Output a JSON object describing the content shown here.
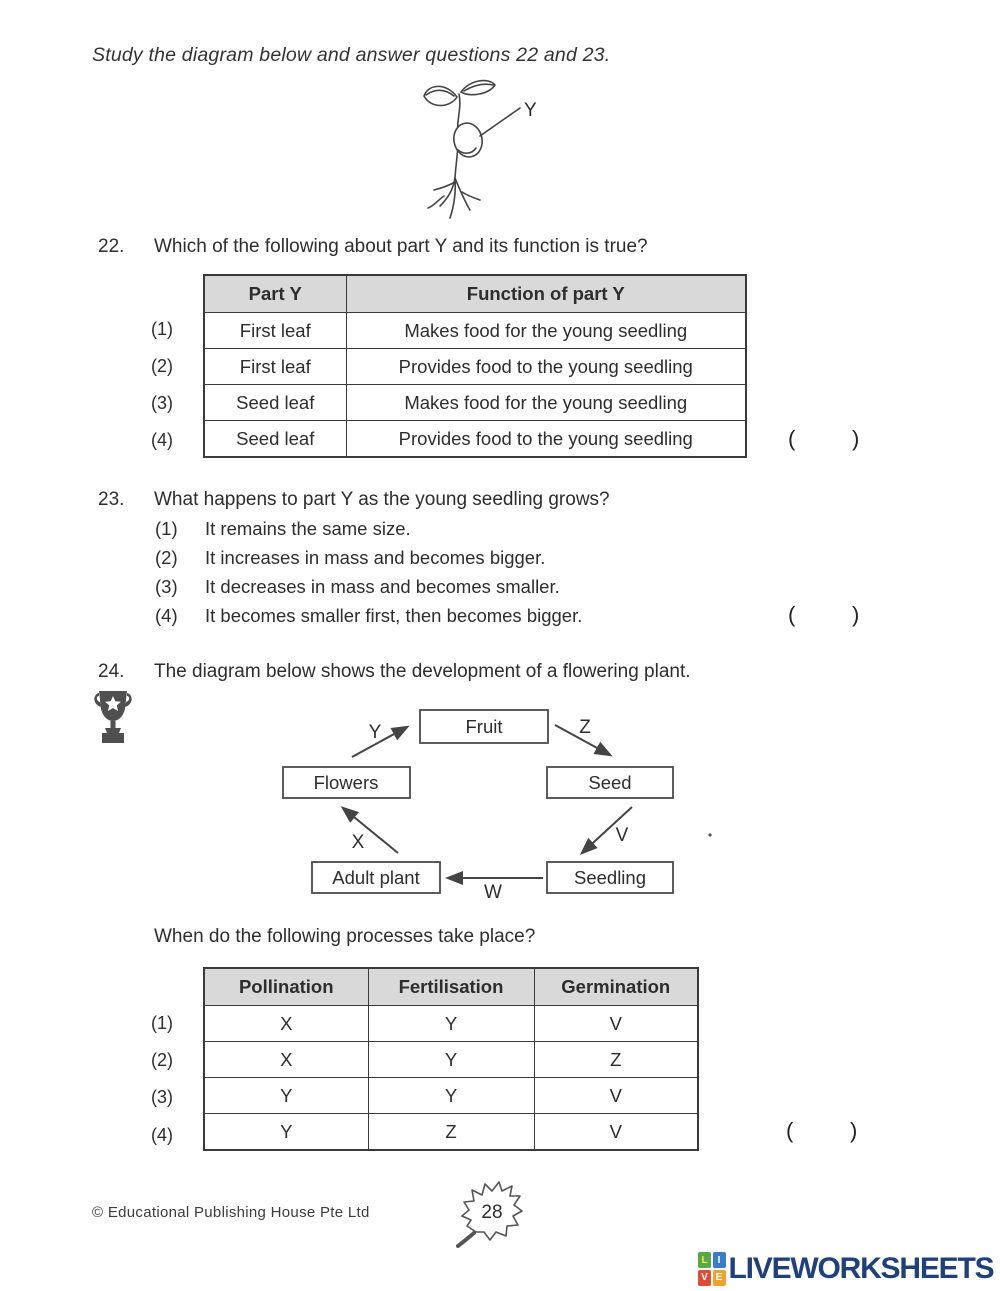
{
  "page": {
    "instruction": "Study the diagram below and answer questions 22 and 23."
  },
  "brackets": {
    "open": "(",
    "close": ")"
  },
  "figure_seedling": {
    "label": "Y"
  },
  "q22": {
    "number": "22.",
    "text": "Which of the following about part Y and its function is true?",
    "table": {
      "headers": [
        "Part Y",
        "Function of part Y"
      ],
      "rows": [
        {
          "num": "(1)",
          "part": "First leaf",
          "function": "Makes food for the young seedling"
        },
        {
          "num": "(2)",
          "part": "First leaf",
          "function": "Provides food to the young seedling"
        },
        {
          "num": "(3)",
          "part": "Seed leaf",
          "function": "Makes food for the young seedling"
        },
        {
          "num": "(4)",
          "part": "Seed leaf",
          "function": "Provides food to the young seedling"
        }
      ]
    }
  },
  "q23": {
    "number": "23.",
    "text": "What happens to part Y as the young seedling grows?",
    "options": [
      {
        "num": "(1)",
        "text": "It remains the same size."
      },
      {
        "num": "(2)",
        "text": "It increases in mass and becomes bigger."
      },
      {
        "num": "(3)",
        "text": "It decreases in mass and becomes smaller."
      },
      {
        "num": "(4)",
        "text": "It becomes smaller first, then becomes bigger."
      }
    ]
  },
  "q24": {
    "number": "24.",
    "intro": "The diagram below shows the development of a flowering plant.",
    "question": "When do the following processes take place?",
    "cycle": {
      "nodes": {
        "fruit": "Fruit",
        "seed": "Seed",
        "seedling": "Seedling",
        "adult": "Adult plant",
        "flowers": "Flowers"
      },
      "labels": {
        "y": "Y",
        "z": "Z",
        "v": "V",
        "w": "W",
        "x": "X"
      }
    },
    "table": {
      "headers": [
        "Pollination",
        "Fertilisation",
        "Germination"
      ],
      "rows": [
        {
          "num": "(1)",
          "cells": [
            "X",
            "Y",
            "V"
          ]
        },
        {
          "num": "(2)",
          "cells": [
            "X",
            "Y",
            "Z"
          ]
        },
        {
          "num": "(3)",
          "cells": [
            "Y",
            "Y",
            "V"
          ]
        },
        {
          "num": "(4)",
          "cells": [
            "Y",
            "Z",
            "V"
          ]
        }
      ]
    }
  },
  "footer": {
    "copyright": "© Educational Publishing House Pte Ltd",
    "page_number": "28"
  },
  "branding": {
    "logo_text": "LIVEWORKSHEETS",
    "logo_color": "#20407c",
    "tiles": [
      {
        "letter": "L",
        "color": "#58a845"
      },
      {
        "letter": "I",
        "color": "#3d7cc9"
      },
      {
        "letter": "V",
        "color": "#dd4b39"
      },
      {
        "letter": "E",
        "color": "#f0a22e"
      }
    ]
  }
}
